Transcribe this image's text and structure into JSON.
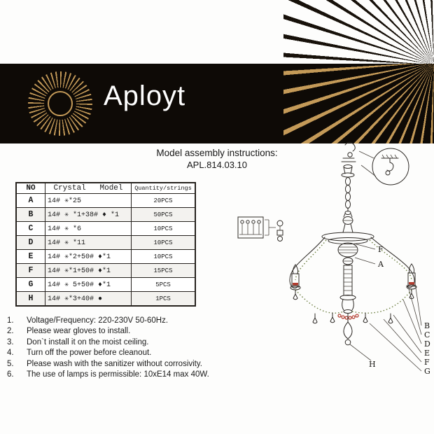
{
  "brand": {
    "name": "Aployt"
  },
  "header": {
    "title": "Model assembly instructions:",
    "model": "APL.814.03.10"
  },
  "table": {
    "col_no": "NO",
    "col_model": "Crystal   Model",
    "col_qty": "Quantity/strings",
    "rows": [
      {
        "no": "A",
        "model": "14# ✳*25",
        "qty": "20PCS"
      },
      {
        "no": "B",
        "model": "14# ✳ *1+38# ♦ *1",
        "qty": "50PCS"
      },
      {
        "no": "C",
        "model": "14# ✳ *6",
        "qty": "10PCS"
      },
      {
        "no": "D",
        "model": "14# ✳ *11",
        "qty": "10PCS"
      },
      {
        "no": "E",
        "model": "14# ✳*2+50# ♦*1",
        "qty": "10PCS"
      },
      {
        "no": "F",
        "model": "14# ✳*1+50# ♦*1",
        "qty": "15PCS"
      },
      {
        "no": "G",
        "model": "14# ✳ 5+50# ♦*1",
        "qty": "5PCS"
      },
      {
        "no": "H",
        "model": "14# ✳*3+40# ●",
        "qty": "1PCS"
      }
    ]
  },
  "notes": [
    {
      "num": "1.",
      "text": "Voltage/Frequency: 220-230V 50-60Hz."
    },
    {
      "num": "2.",
      "text": "Please wear gloves to install."
    },
    {
      "num": "3.",
      "text": "Don`t install it on the moist ceiling."
    },
    {
      "num": "4.",
      "text": "Turn off the power before cleanout."
    },
    {
      "num": "5.",
      "text": "Please wash with the sanitizer without corrosivity."
    },
    {
      "num": "6.",
      "text": "The use of lamps is permissible: 10xE14 max 40W."
    }
  ],
  "diagram": {
    "labels": {
      "f_top": "F",
      "a": "A",
      "b": "B",
      "c": "C",
      "d": "D",
      "e": "E",
      "f_bottom": "F",
      "g": "G",
      "h": "H"
    }
  },
  "colors": {
    "banner_bg": "#0e0a06",
    "ray_gold": "#c49a58",
    "accent_green": "#6b7d3f",
    "accent_red": "#b23b2e"
  }
}
